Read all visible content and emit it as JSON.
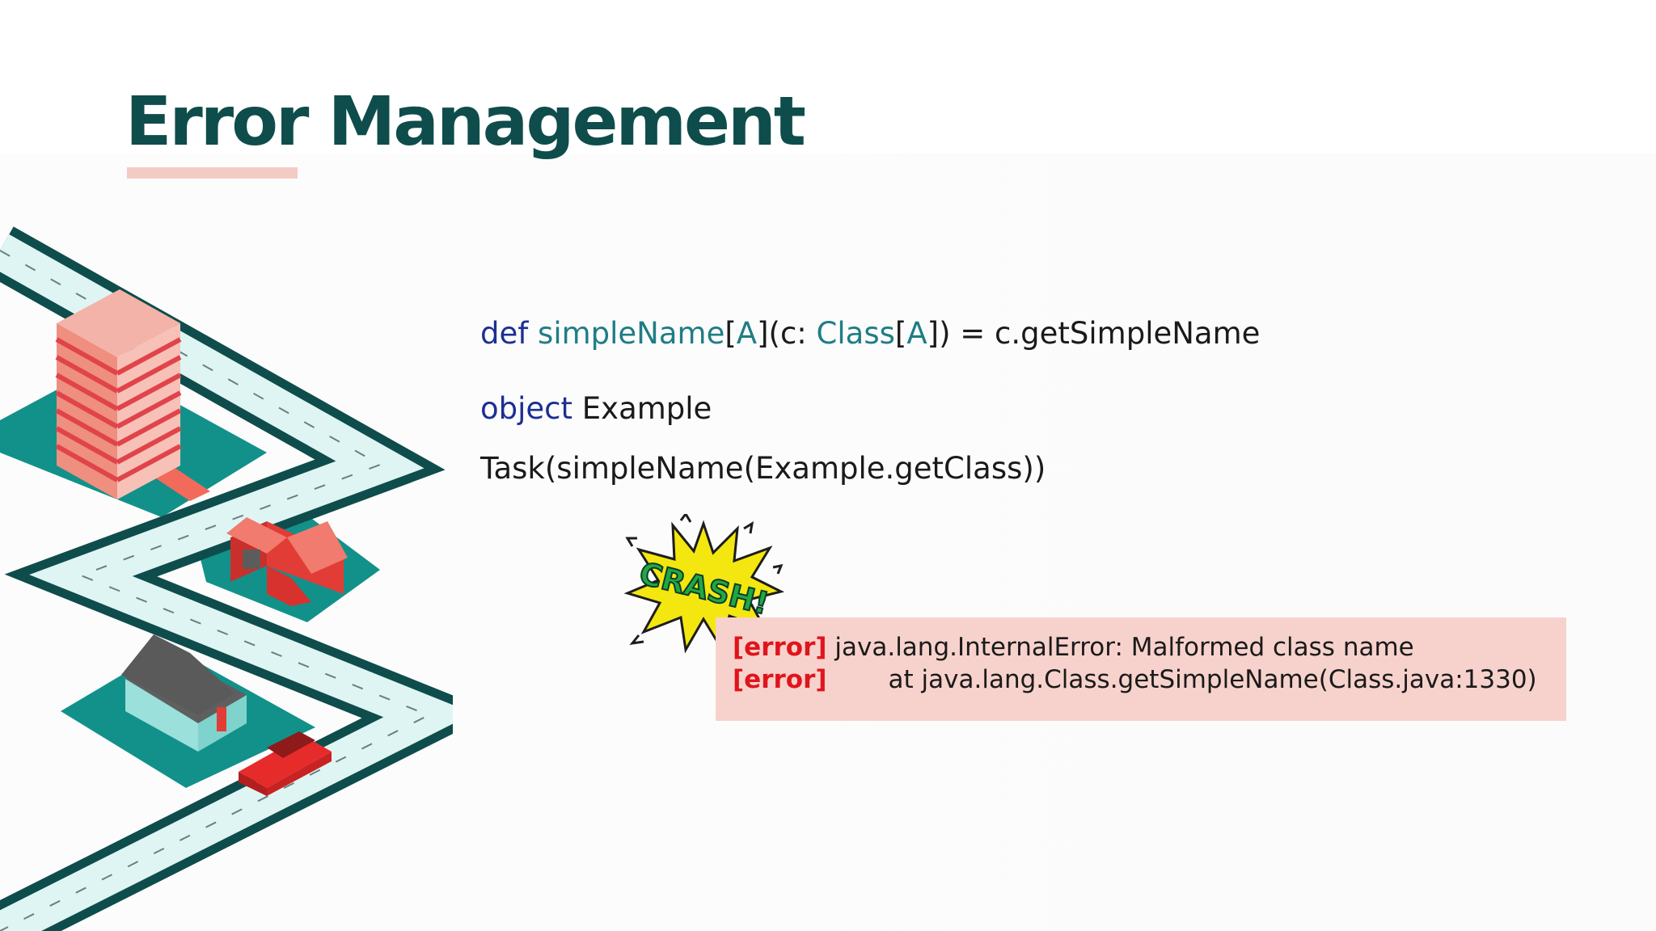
{
  "slide": {
    "title": "Error Management"
  },
  "code": {
    "line1": {
      "kw_def": "def",
      "fn_name": "simpleName",
      "p1": "[",
      "type_param": "A",
      "p2": "](c: ",
      "class_type": "Class",
      "p3": "[",
      "type_param2": "A",
      "p4": "]) = c.getSimpleName"
    },
    "line2": {
      "kw_object": "object",
      "name": " Example"
    },
    "line3": "Task(simpleName(Example.getClass))"
  },
  "crash_label": "CRASH!",
  "error_output": {
    "line1": {
      "tag": "[error]",
      "text": " java.lang.InternalError: Malformed class name"
    },
    "line2": {
      "tag": "[error]",
      "text": "at java.lang.Class.getSimpleName(Class.java:1330)"
    }
  },
  "colors": {
    "title": "#0e4d4b",
    "keyword": "#1c2f93",
    "type": "#1f7d86",
    "error_tag": "#e0141c",
    "error_bg": "#f7d2cc",
    "underline": "#f4cbc4"
  },
  "icons": [
    "city-road-illustration",
    "crash-burst-icon"
  ]
}
